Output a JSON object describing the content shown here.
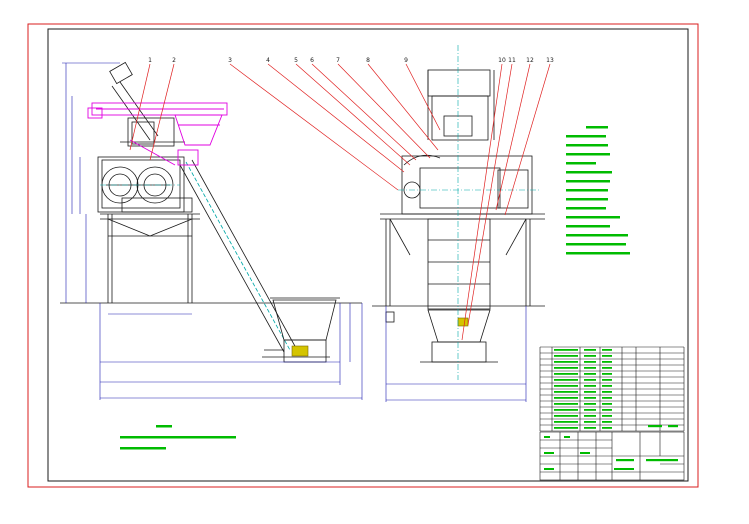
{
  "drawing": {
    "part_callouts": [
      "1",
      "2",
      "3",
      "4",
      "5",
      "6",
      "7",
      "8",
      "9",
      "10",
      "11",
      "12",
      "13"
    ],
    "colors": {
      "frame": "#d81e1e",
      "outline": "#1a1a1a",
      "leader": "#e02020",
      "dimension": "#1c1cb0",
      "centerline": "#00a8a8",
      "accent": "#e000e0",
      "text": "#00bb00",
      "highlight": "#d4c400"
    }
  }
}
